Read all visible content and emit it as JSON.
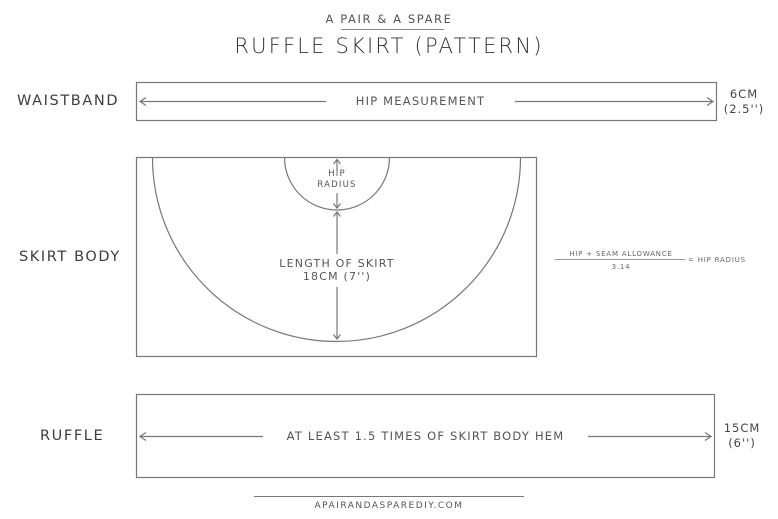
{
  "header": {
    "brand": "A PAIR & A SPARE",
    "title": "RUFFLE SKIRT (PATTERN)"
  },
  "waistband": {
    "label": "WAISTBAND",
    "measure_text": "HIP MEASUREMENT",
    "height_cm": "6CM",
    "height_in": "(2.5'')"
  },
  "skirt_body": {
    "label": "SKIRT BODY",
    "hip_radius_line1": "HIP",
    "hip_radius_line2": "RADIUS",
    "length_line1": "LENGTH OF SKIRT",
    "length_line2": "18CM (7'')"
  },
  "formula": {
    "numerator": "HIP + SEAM ALLOWANCE",
    "denominator": "3.14",
    "result": "= HIP RADIUS"
  },
  "ruffle": {
    "label": "RUFFLE",
    "measure_text": "AT LEAST 1.5 TIMES OF SKIRT BODY HEM",
    "height_cm": "15CM",
    "height_in": "(6'')"
  },
  "footer": {
    "website": "APAIRANDASPAREDIY.COM"
  },
  "colors": {
    "line": "#777777",
    "text": "#3a3a3a",
    "background": "#ffffff"
  }
}
